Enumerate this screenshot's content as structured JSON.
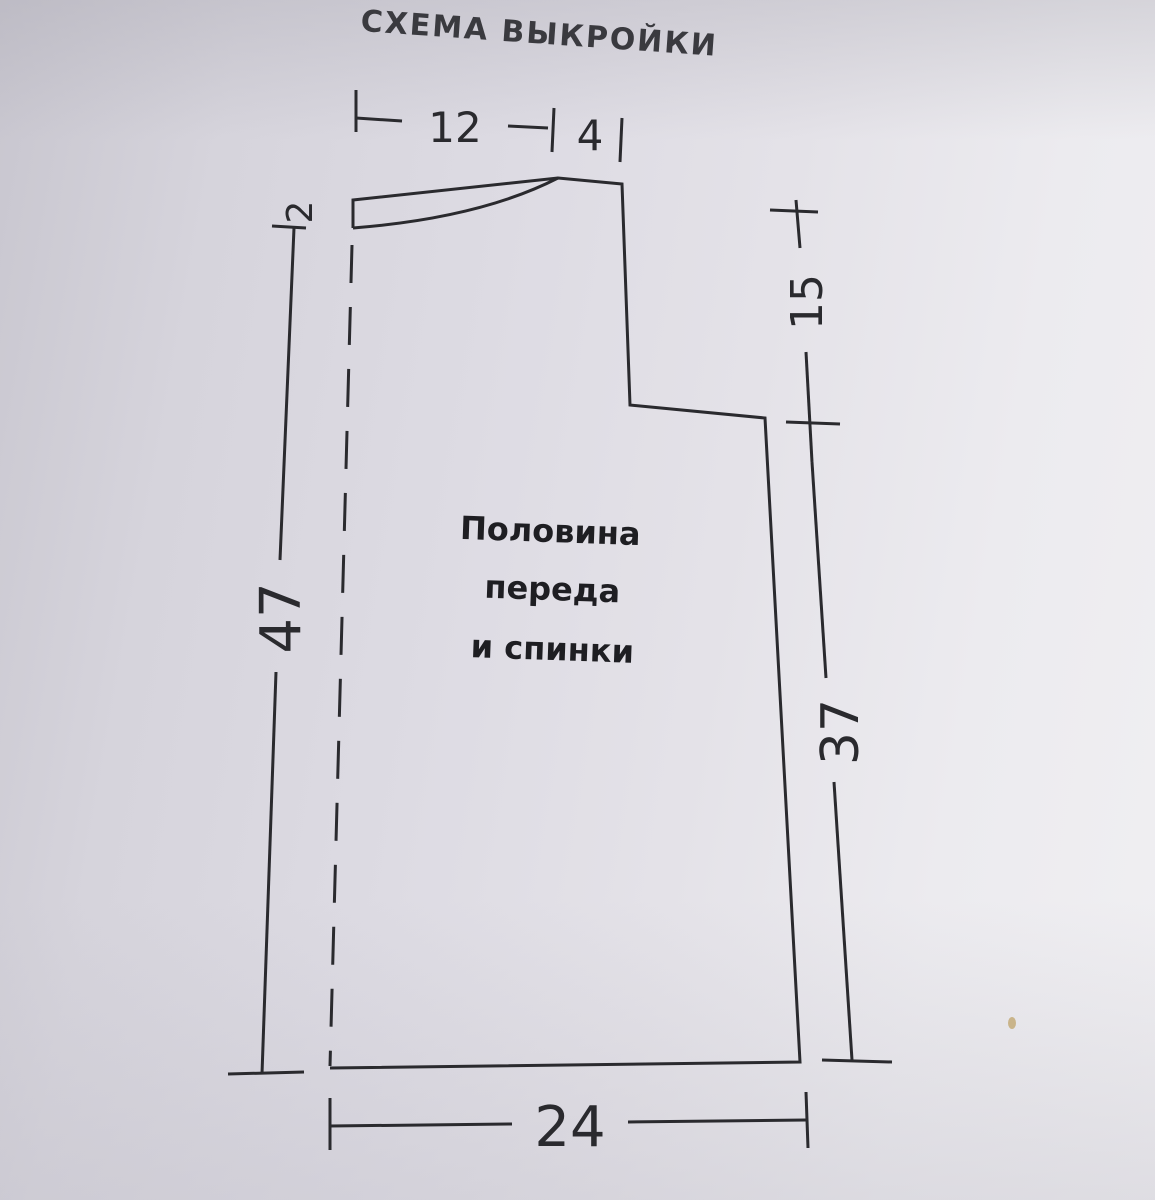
{
  "header": {
    "title": "СХЕМА ВЫКРОЙКИ"
  },
  "pattern": {
    "label_lines": [
      "Половина",
      "переда",
      "и спинки"
    ]
  },
  "dimensions": {
    "neck_width": "12",
    "shoulder_width": "4",
    "neck_depth": "2",
    "total_height": "47",
    "armhole_depth": "15",
    "side_height": "37",
    "bottom_width": "24"
  },
  "colors": {
    "ink": "#2a2a2e",
    "paper": "#e4e2e8"
  }
}
